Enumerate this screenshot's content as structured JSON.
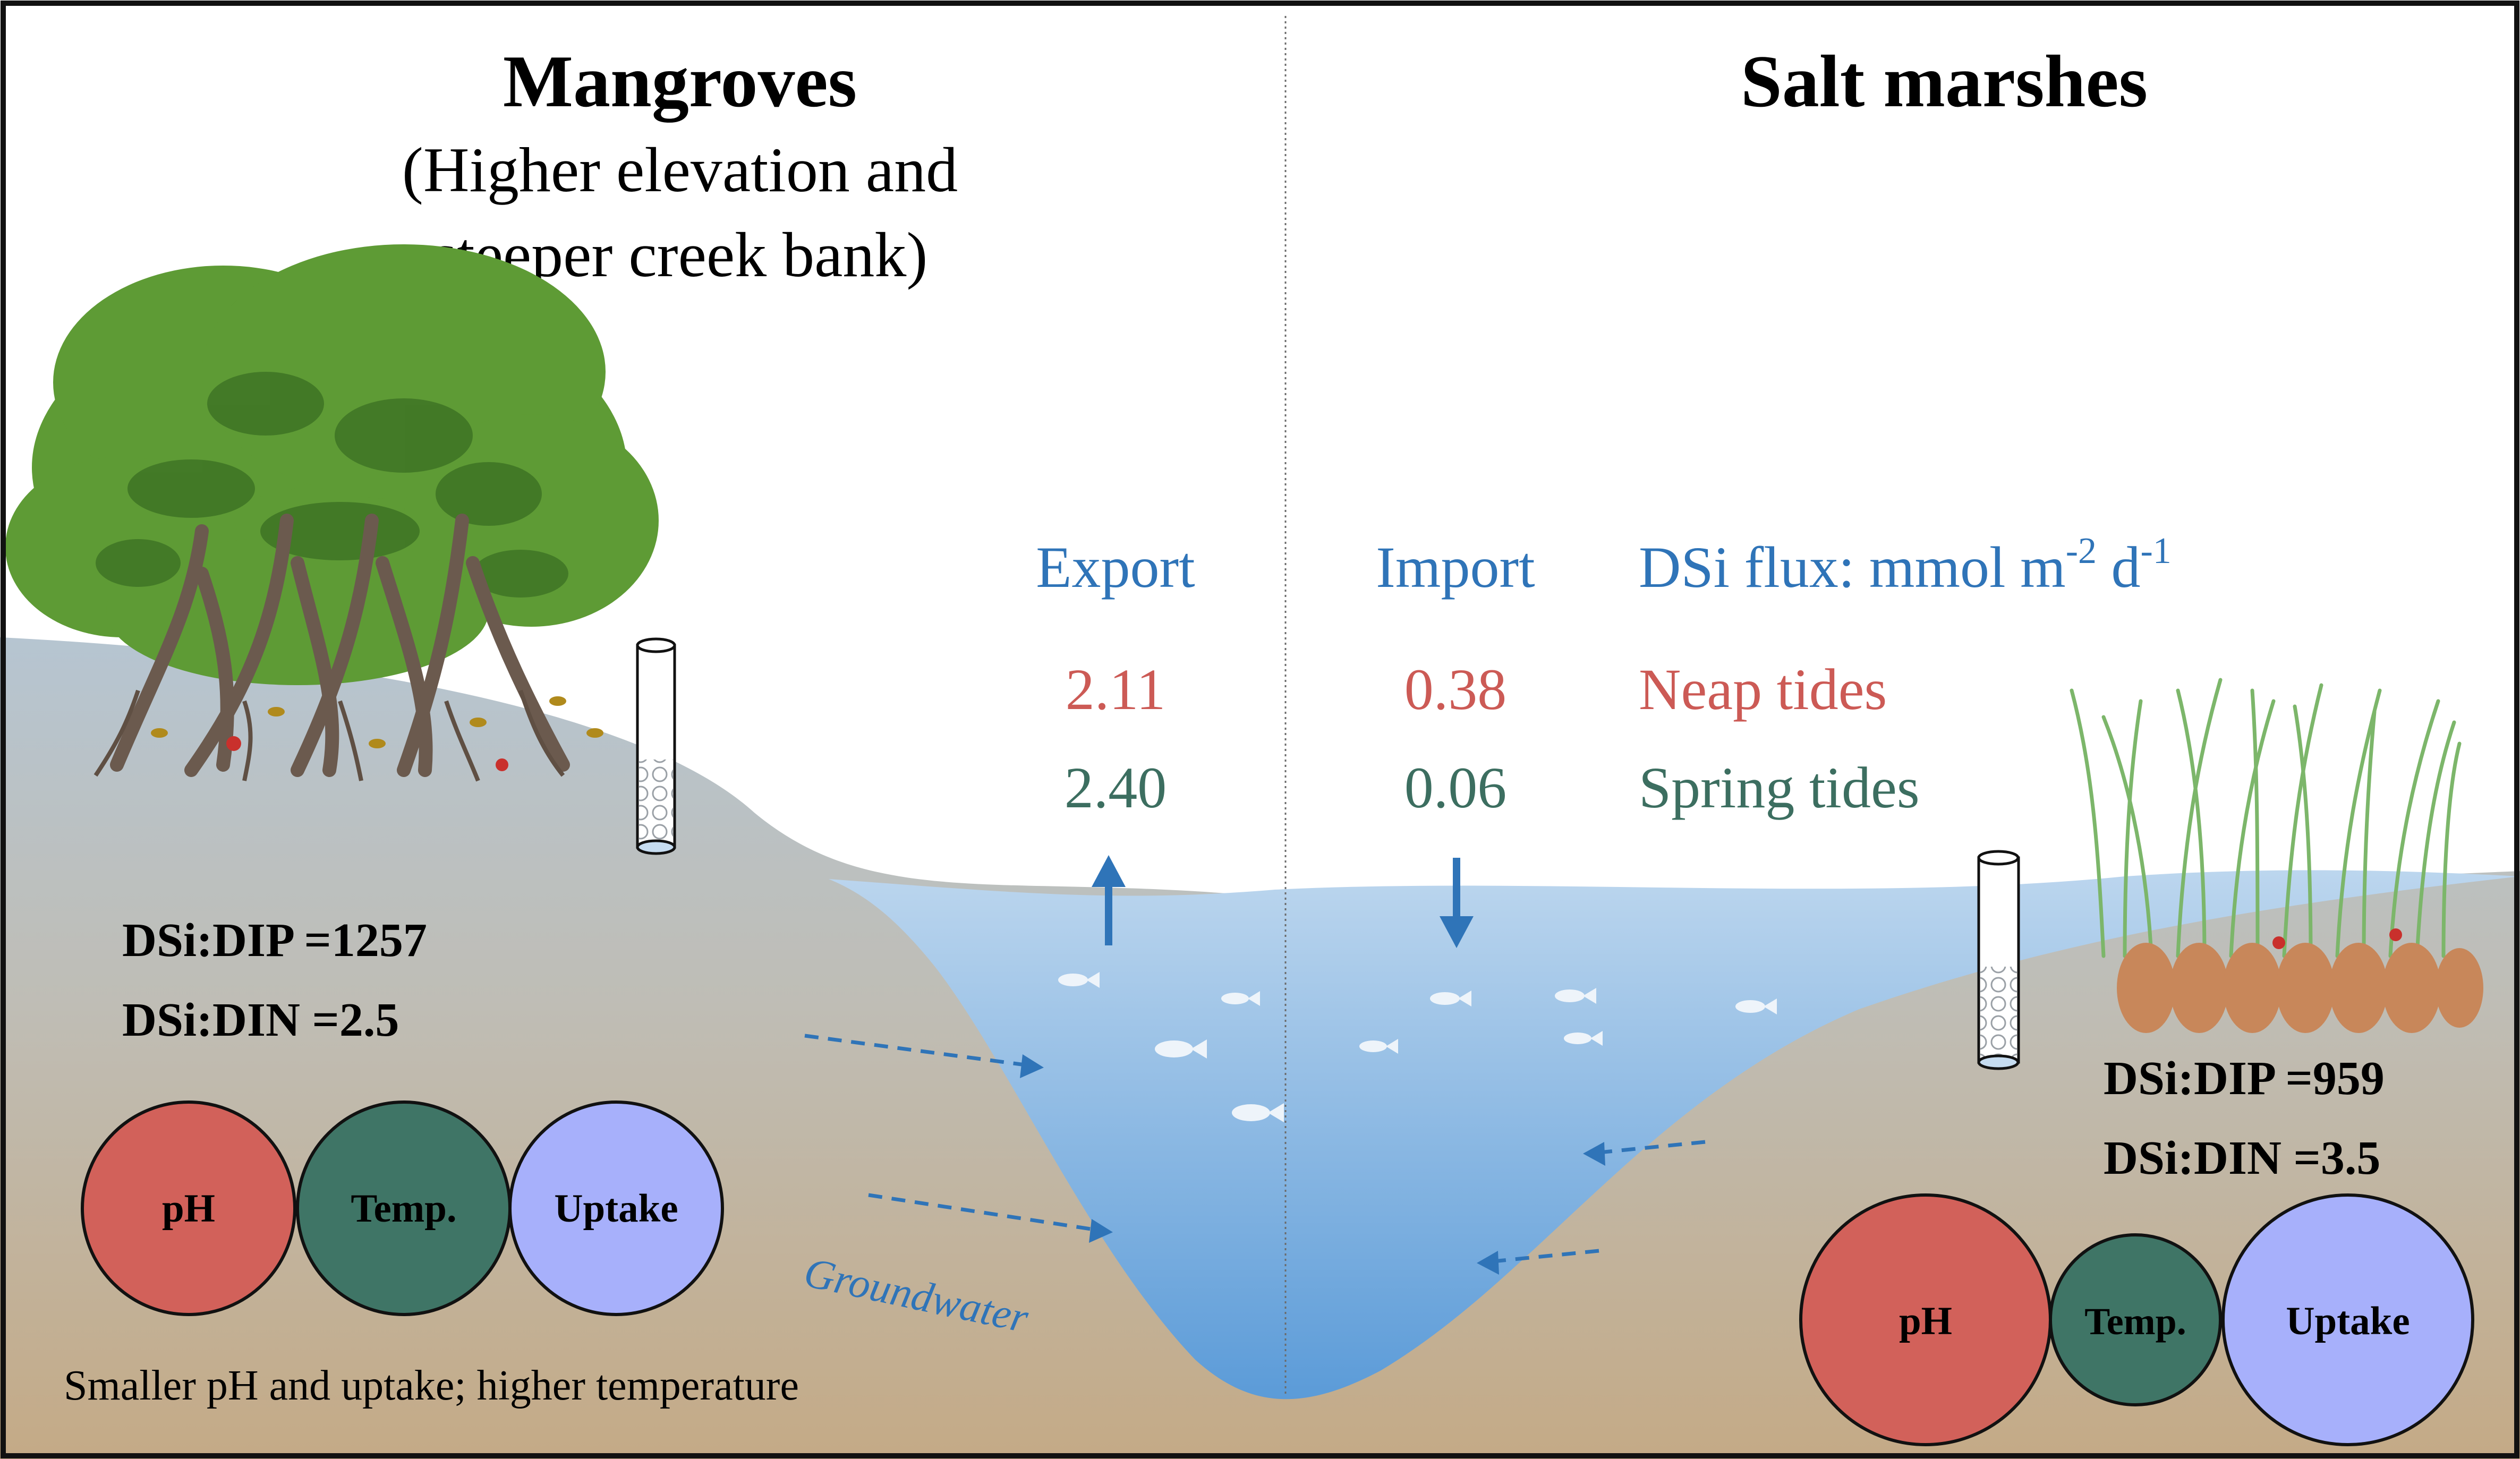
{
  "left": {
    "title": "Mangroves",
    "subtitle_line1": "(Higher elevation and",
    "subtitle_line2": "steeper creek bank)",
    "ratio_dip": "DSi:DIP =1257",
    "ratio_din": "DSi:DIN =2.5",
    "circles": [
      "pH",
      "Temp.",
      "Uptake"
    ],
    "note": "Smaller pH and uptake; higher temperature"
  },
  "right": {
    "title": "Salt marshes",
    "ratio_dip": "DSi:DIP =959",
    "ratio_din": "DSi:DIN =3.5",
    "circles": [
      "pH",
      "Temp.",
      "Uptake"
    ]
  },
  "flux": {
    "export_label": "Export",
    "import_label": "Import",
    "unit_prefix": "DSi flux: mmol m",
    "unit_exp1": "-2",
    "unit_mid": " d",
    "unit_exp2": "-1",
    "neap_export": "2.11",
    "spring_export": "2.40",
    "neap_import": "0.38",
    "spring_import": "0.06",
    "neap_label": "Neap tides",
    "spring_label": "Spring tides"
  },
  "groundwater_label": "Groundwater",
  "colors": {
    "neap": "#cc5a55",
    "spring": "#3c6e60",
    "flux_blue": "#2f74b8",
    "ph": "#d2615a",
    "temp": "#3f7566",
    "uptake": "#a7b0fb"
  }
}
